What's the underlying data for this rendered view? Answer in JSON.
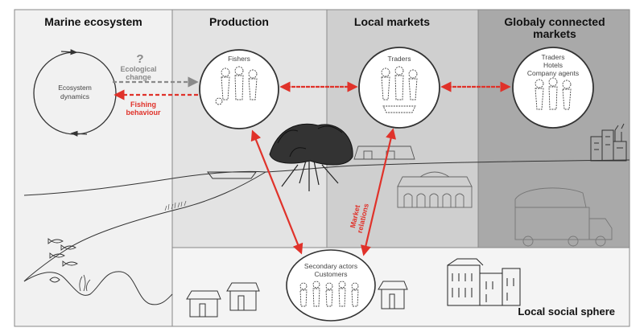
{
  "columns": {
    "marine": "Marine ecosystem",
    "production": "Production",
    "local_markets": "Local markets",
    "global_line1": "Globaly connected",
    "global_line2": "markets"
  },
  "nodes": {
    "ecosystem_line1": "Ecosystem",
    "ecosystem_line2": "dynamics",
    "fishers": "Fishers",
    "traders": "Traders",
    "global_line1": "Traders",
    "global_line2": "Hotels",
    "global_line3": "Company agents",
    "secondary_line1": "Secondary actors",
    "secondary_line2": "Customers"
  },
  "labels": {
    "question_mark": "?",
    "ecological_line1": "Ecological",
    "ecological_line2": "change",
    "fishing_line1": "Fishing",
    "fishing_line2": "behaviour",
    "market_line1": "Market",
    "market_line2": "relations",
    "social_sphere": "Local social sphere"
  },
  "colors": {
    "marine_bg": "#f1f1f1",
    "production_bg": "#e3e3e3",
    "local_markets_bg": "#cfcfcf",
    "global_bg": "#a9a9a9",
    "social_bg": "#f4f4f4",
    "red_arrow": "#e0322a",
    "grey_arrow": "#8a8a8a"
  }
}
